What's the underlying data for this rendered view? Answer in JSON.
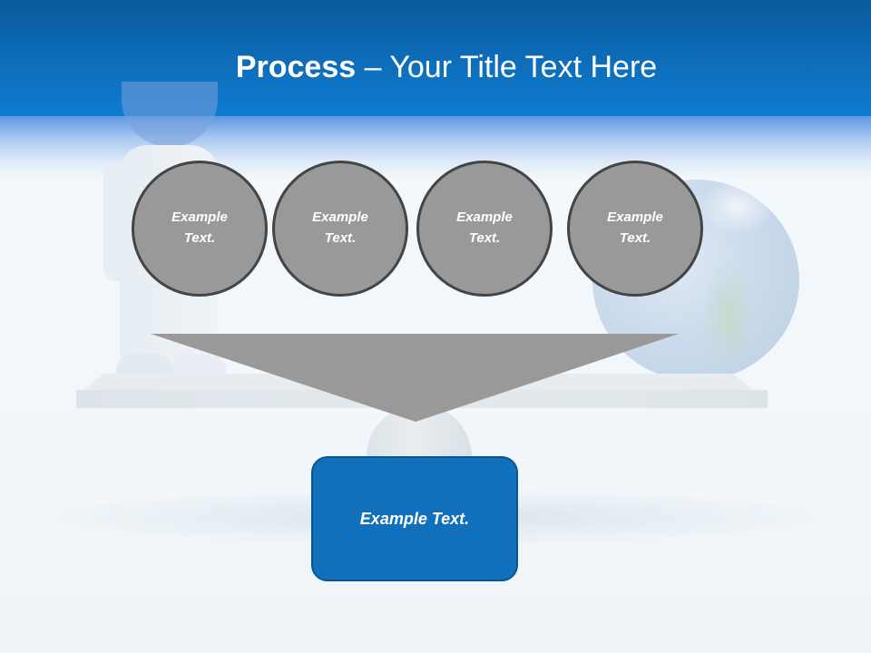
{
  "slide": {
    "title_bold": "Process",
    "title_rest": " – Your Title Text Here"
  },
  "diagram": {
    "inputs": [
      {
        "label": "Example Text."
      },
      {
        "label": "Example Text."
      },
      {
        "label": "Example Text."
      },
      {
        "label": "Example Text."
      }
    ],
    "output": {
      "label": "Example Text."
    }
  },
  "colors": {
    "header_blue": "#0d6cb8",
    "circle_fill": "#999999",
    "circle_border": "#444444",
    "funnel_fill": "#999999",
    "result_fill": "#1070bc",
    "result_border": "#0b5590",
    "text": "#ffffff"
  },
  "background_scene": {
    "elements": [
      "figure-person",
      "balance-plank",
      "globe",
      "fulcrum"
    ]
  }
}
